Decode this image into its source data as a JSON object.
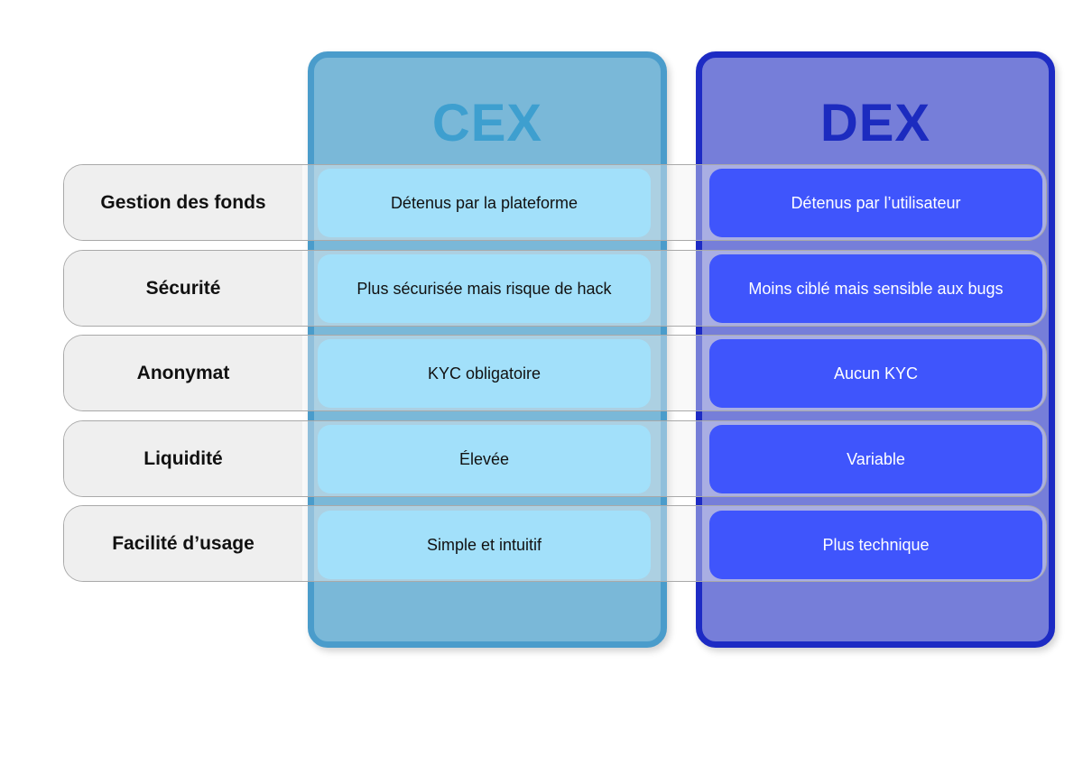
{
  "columns": {
    "cex": {
      "title": "CEX",
      "color": "#4a9ccb"
    },
    "dex": {
      "title": "DEX",
      "color": "#1d2bc4"
    }
  },
  "rows": [
    {
      "label": "Gestion des fonds",
      "cex": "Détenus par la plateforme",
      "dex": "Détenus par l’utilisateur"
    },
    {
      "label": "Sécurité",
      "cex": "Plus sécurisée mais risque de hack",
      "dex": "Moins ciblé mais sensible aux bugs"
    },
    {
      "label": "Anonymat",
      "cex": "KYC obligatoire",
      "dex": "Aucun KYC"
    },
    {
      "label": "Liquidité",
      "cex": "Élevée",
      "dex": "Variable"
    },
    {
      "label": "Facilité d’usage",
      "cex": "Simple et intuitif",
      "dex": "Plus technique"
    }
  ]
}
